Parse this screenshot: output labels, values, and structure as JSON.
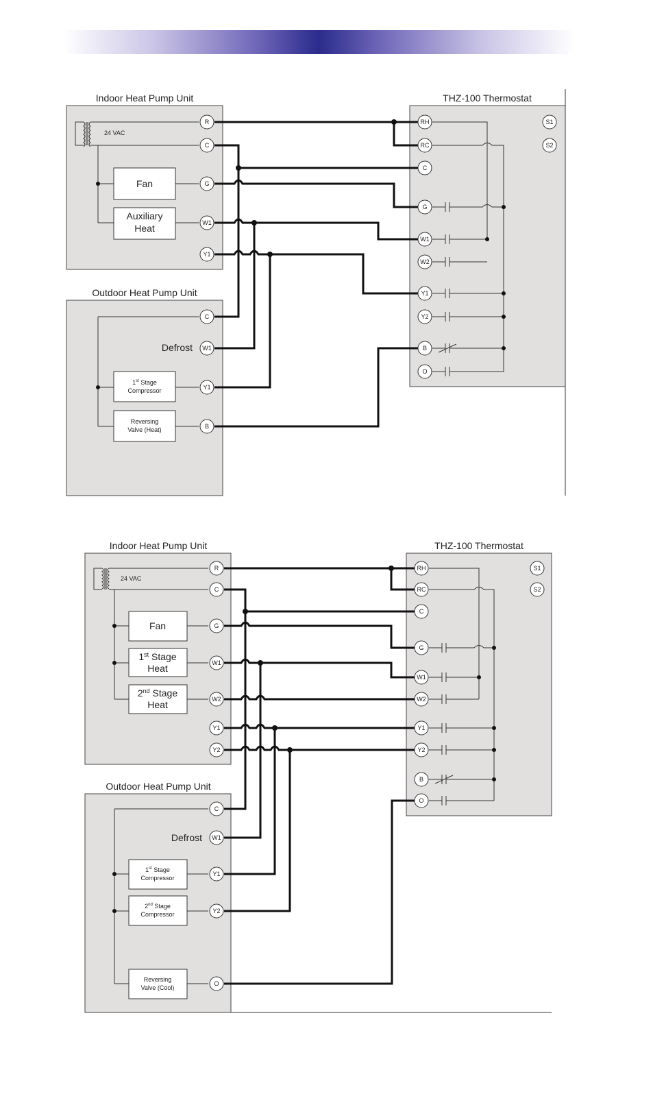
{
  "diagram1": {
    "indoor_title": "Indoor Heat Pump Unit",
    "outdoor_title": "Outdoor Heat Pump Unit",
    "thermostat_title": "THZ-100 Thermostat",
    "transformer_label": "24 VAC",
    "fan_label": "Fan",
    "aux_heat_line1": "Auxiliary",
    "aux_heat_line2": "Heat",
    "defrost_label": "Defrost",
    "comp1_line1": "1",
    "comp1_sup": "st",
    "comp1_line1b": " Stage",
    "comp1_line2": "Compressor",
    "rv_line1": "Reversing",
    "rv_line2": "Valve (Heat)",
    "indoor_terminals": [
      "R",
      "C",
      "G",
      "W1",
      "Y1"
    ],
    "outdoor_terminals": [
      "C",
      "W1",
      "Y1",
      "B"
    ],
    "thermostat_terminals": [
      "RH",
      "RC",
      "C",
      "G",
      "W1",
      "W2",
      "Y1",
      "Y2",
      "B",
      "O"
    ],
    "sensor_terminals": [
      "S1",
      "S2"
    ]
  },
  "diagram2": {
    "indoor_title": "Indoor Heat Pump Unit",
    "outdoor_title": "Outdoor Heat Pump Unit",
    "thermostat_title": "THZ-100 Thermostat",
    "transformer_label": "24 VAC",
    "fan_label": "Fan",
    "heat1_line1a": "1",
    "heat1_sup": "st",
    "heat1_line1b": " Stage",
    "heat1_line2": "Heat",
    "heat2_line1a": "2",
    "heat2_sup": "nd",
    "heat2_line1b": " Stage",
    "heat2_line2": "Heat",
    "defrost_label": "Defrost",
    "comp1_line1a": "1",
    "comp1_sup": "st",
    "comp1_line1b": " Stage",
    "comp1_line2": "Compressor",
    "comp2_line1a": "2",
    "comp2_sup": "nd",
    "comp2_line1b": " Stage",
    "comp2_line2": "Compressor",
    "rv_line1": "Reversing",
    "rv_line2": "Valve (Cool)",
    "indoor_terminals": [
      "R",
      "C",
      "G",
      "W1",
      "W2",
      "Y1",
      "Y2"
    ],
    "outdoor_terminals": [
      "C",
      "W1",
      "Y1",
      "Y2",
      "O"
    ],
    "thermostat_terminals": [
      "RH",
      "RC",
      "C",
      "G",
      "W1",
      "W2",
      "Y1",
      "Y2",
      "B",
      "O"
    ],
    "sensor_terminals": [
      "S1",
      "S2"
    ]
  },
  "colors": {
    "header_dark": "#2a2b8c",
    "box_fill": "#e2e0df",
    "wire": "#111111"
  }
}
